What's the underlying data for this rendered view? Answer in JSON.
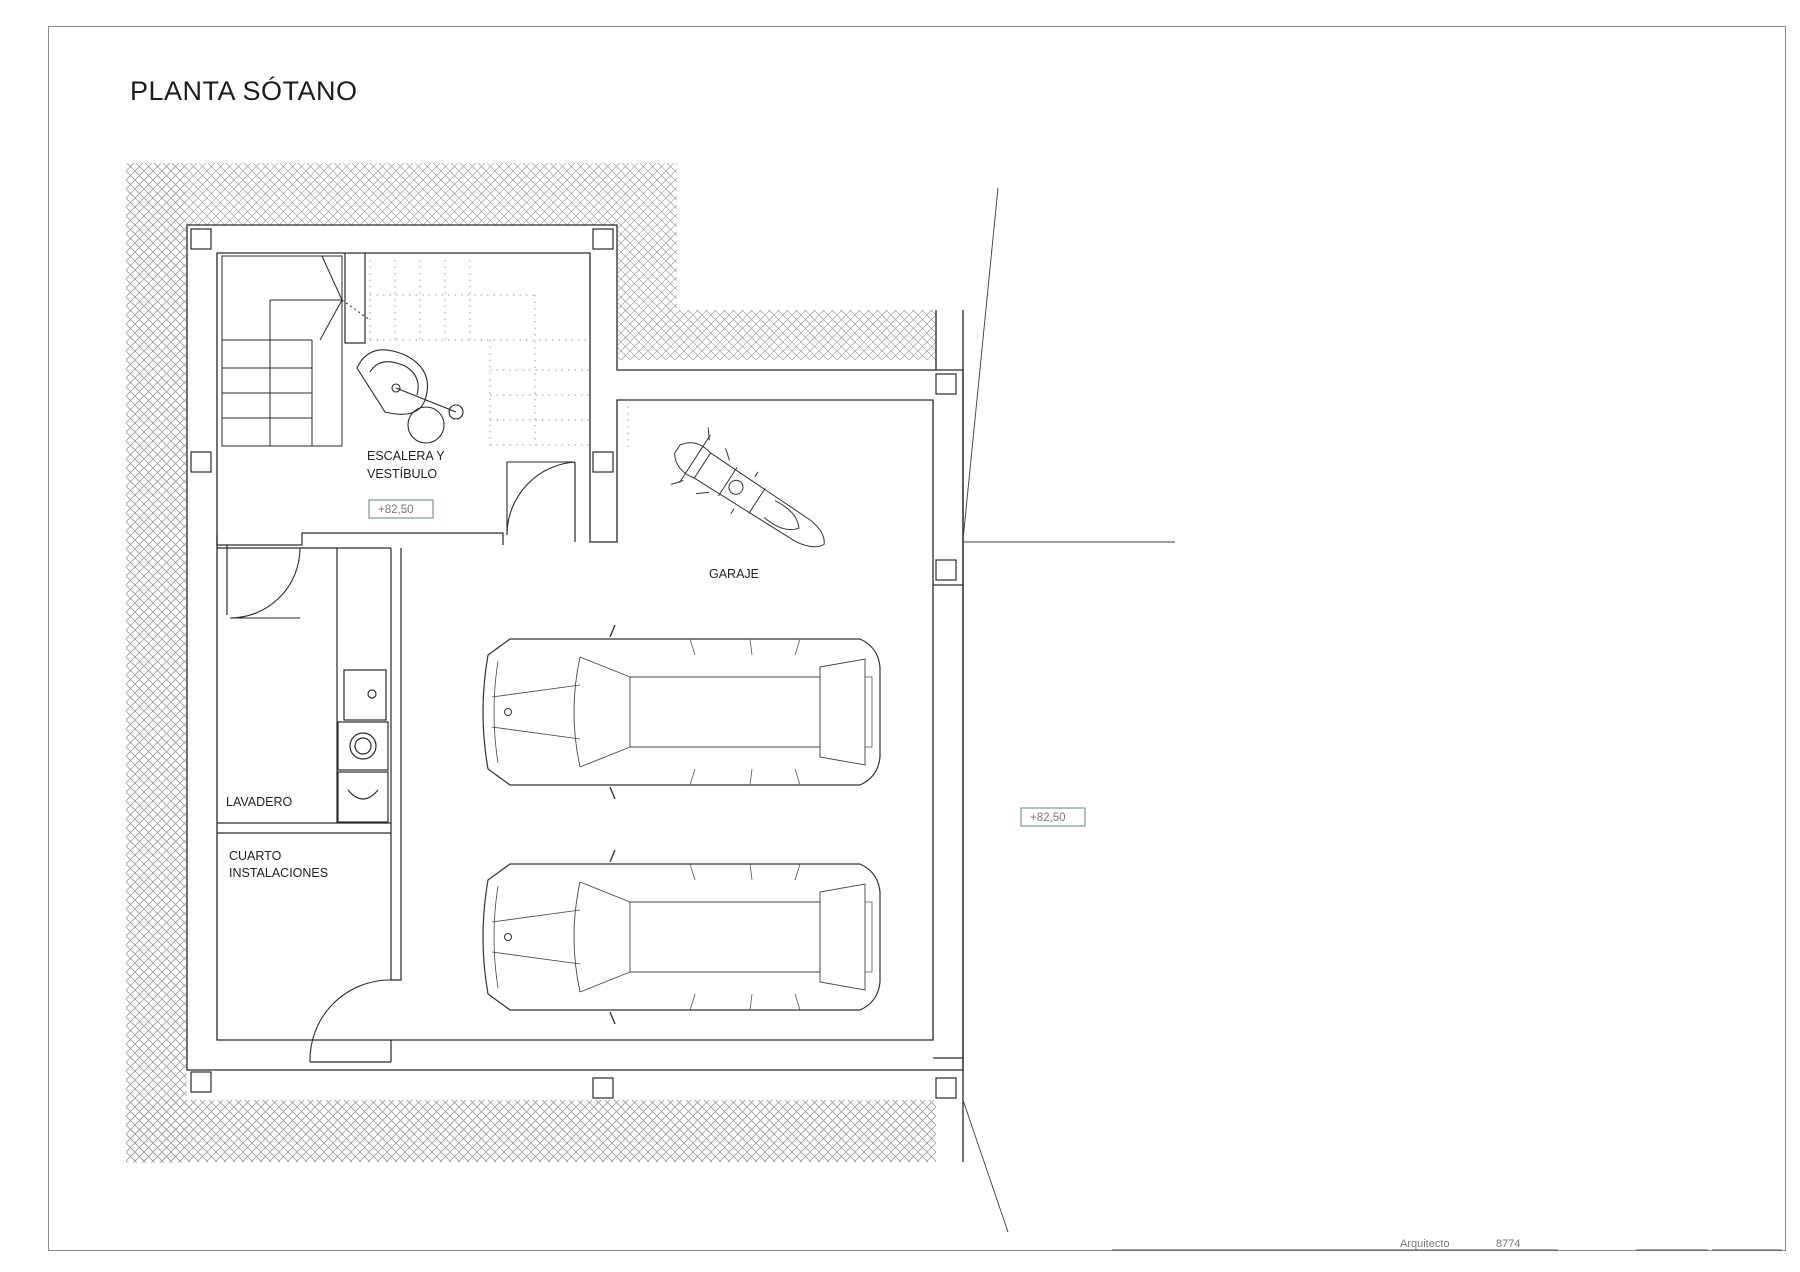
{
  "plan": {
    "title": "PLANTA SÓTANO",
    "rooms": {
      "stair_line1": "ESCALERA Y",
      "stair_line2": "VESTÍBULO",
      "garage": "GARAJE",
      "laundry": "LAVADERO",
      "utility_line1": "CUARTO",
      "utility_line2": "INSTALACIONES"
    },
    "levels": {
      "interior": "+82,50",
      "exterior": "+82,50"
    }
  },
  "footer": {
    "architect_label": "Arquitecto",
    "number": "8774"
  },
  "colors": {
    "line": "#2a2a2a",
    "hatch": "#9a9a9a",
    "level_box": "#6f8f7a"
  }
}
